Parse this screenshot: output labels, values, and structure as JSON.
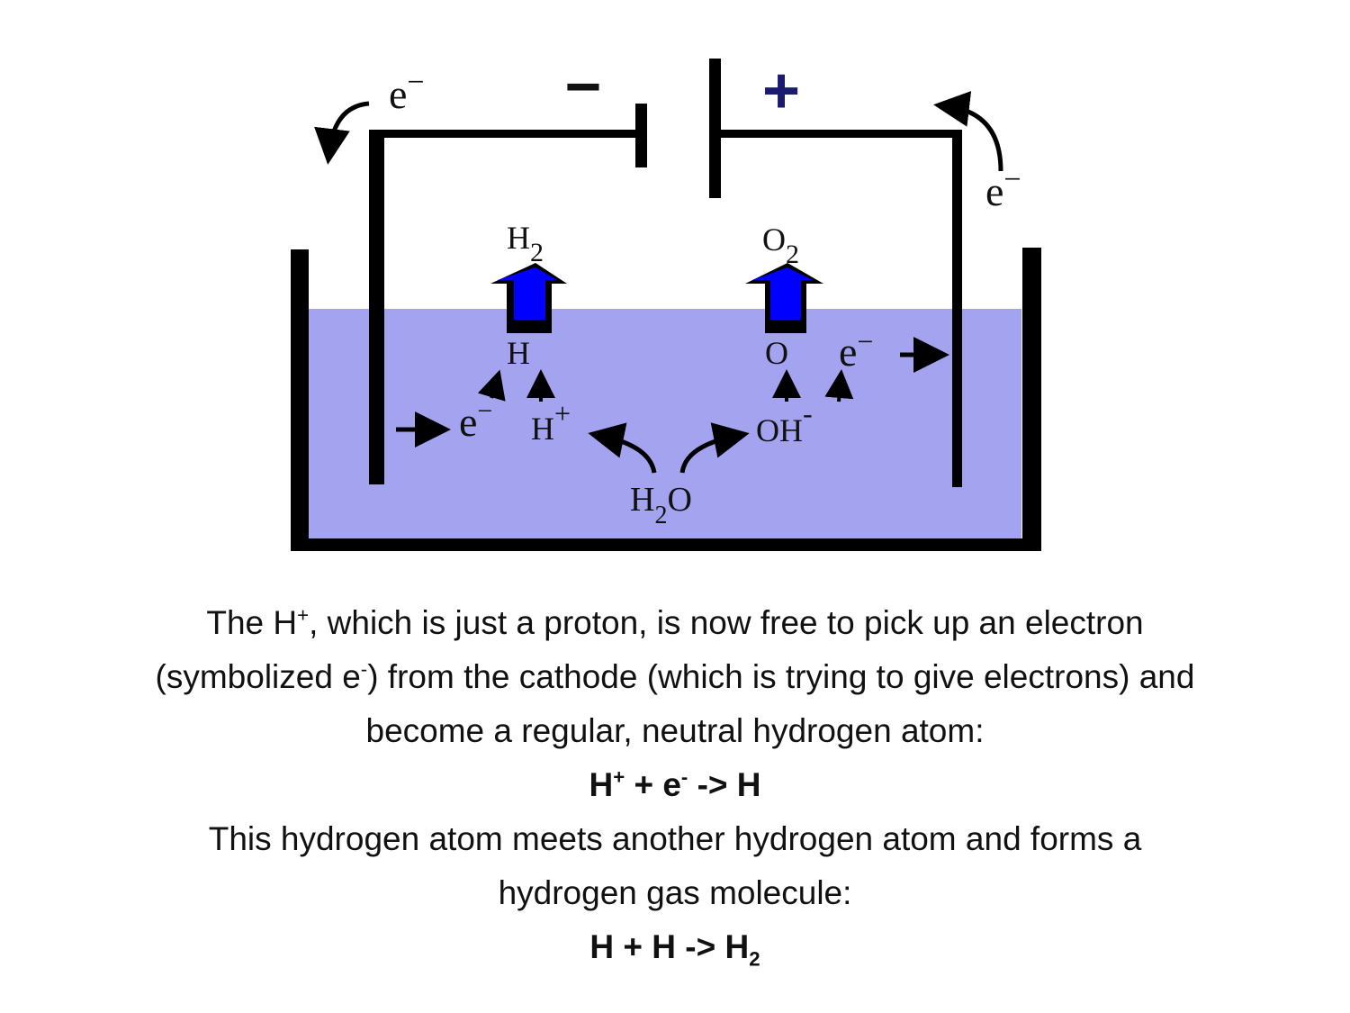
{
  "diagram": {
    "battery_negative": "−",
    "battery_positive": "+",
    "electron": "e",
    "minus": "−",
    "h2_label": "H",
    "h2_sub": "2",
    "o2_label": "O",
    "o2_sub": "2",
    "h_atom": "H",
    "o_atom": "O",
    "h_ion": "H",
    "h_ion_charge": "+",
    "oh_ion": "OH",
    "oh_ion_charge": "-",
    "water": "H",
    "water_sub": "2",
    "water_o": "O",
    "colors": {
      "water": "#a3a3f0",
      "arrow": "#0000ff",
      "lines": "#000000",
      "plus": "#1a1a6e"
    }
  },
  "caption": {
    "line1_a": "The H",
    "line1_sup": "+",
    "line1_b": ", which is just a proton, is now free to pick up an electron",
    "line2_a": "(symbolized e",
    "line2_sup": "-",
    "line2_b": ") from the cathode (which is trying to give electrons) and",
    "line3": "become a regular, neutral hydrogen atom:",
    "eq1_a": "H",
    "eq1_sup1": "+",
    "eq1_b": " + e",
    "eq1_sup2": "-",
    "eq1_c": " -> H",
    "line4": "This hydrogen atom meets another hydrogen atom and forms a",
    "line5": "hydrogen gas molecule:",
    "eq2_a": "H + H -> H",
    "eq2_sub": "2"
  }
}
